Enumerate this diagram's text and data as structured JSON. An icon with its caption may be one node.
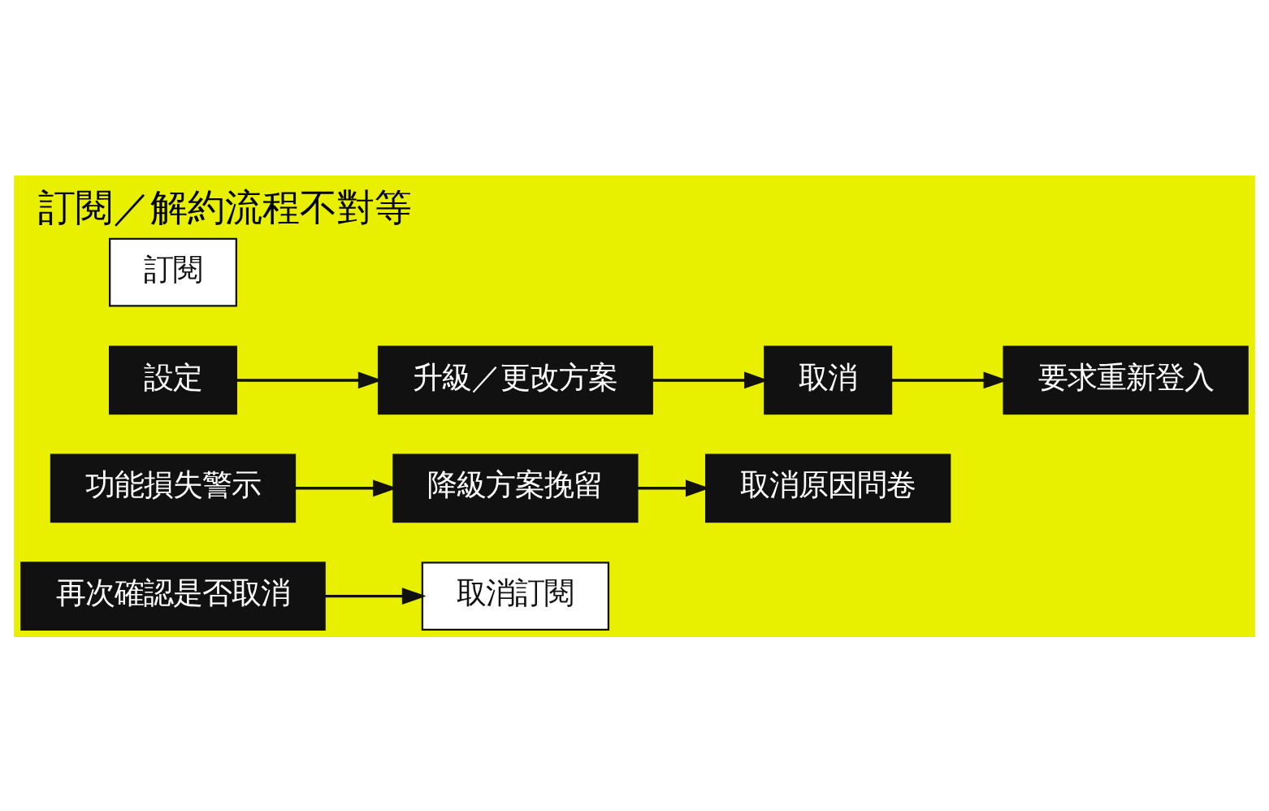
{
  "diagram": {
    "title": "訂閱／解約流程不對等",
    "nodes": [
      {
        "text": [
          "訂閱"
        ]
      },
      {
        "text": [
          "設定"
        ]
      },
      {
        "text": [
          "升級／更改方案"
        ]
      },
      {
        "text": [
          "取消"
        ]
      },
      {
        "text": [
          "要求重新登入"
        ]
      },
      {
        "text": [
          "功能損失警示"
        ]
      },
      {
        "text": [
          "降級方案挽留"
        ]
      },
      {
        "text": [
          "取消原因問卷"
        ]
      },
      {
        "text": [
          "再次確認是否取消"
        ]
      },
      {
        "text": [
          "取消訂閱"
        ]
      }
    ],
    "edges": [
      {
        "from": 1,
        "to": 2,
        "arrow": "to"
      },
      {
        "from": 2,
        "to": 3,
        "arrow": "to"
      },
      {
        "from": 3,
        "to": 4,
        "arrow": "to"
      },
      {
        "from": 5,
        "to": 6,
        "arrow": "to"
      },
      {
        "from": 6,
        "to": 7,
        "arrow": "to"
      },
      {
        "from": 8,
        "to": 9,
        "arrow": "to"
      }
    ]
  }
}
